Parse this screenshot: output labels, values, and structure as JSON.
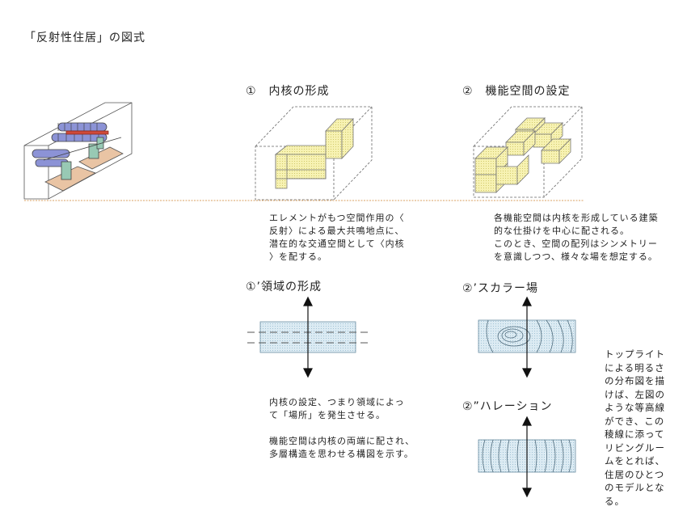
{
  "title": "「反射性住居」の図式",
  "steps": [
    {
      "heading": "①　内核の形成",
      "caption": "エレメントがもつ空間作用の〈\n反射〉による最大共鳴地点に、\n潜在的な交通空間として〈内核\n〉を配する。"
    },
    {
      "heading": "②　機能空間の設定",
      "caption": "各機能空間は内核を形成している建築\n的な仕掛けを中心に配される。\nこのとき、空間の配列はシンメトリー\nを意識しつつ、様々な場を想定する。"
    },
    {
      "heading": "①’領域の形成",
      "caption": "内核の設定、つまり領域によっ\nて「場所」を発生させる。\n\n機能空間は内核の両端に配され、\n多層構造を思わせる構図を示す。"
    },
    {
      "heading": "②’スカラー場",
      "caption": ""
    },
    {
      "heading": "②”ハレーション",
      "caption": ""
    }
  ],
  "side_note": "トップライト\nによる明るさ\nの分布図を描\nけば、左図の\nような等高線\nができ、この\n稜線に添って\nリビングルー\nムをとれば、\n住居のひとつ\nのモデルとな\nる。",
  "colors": {
    "core_yellow": "#f3eea0",
    "field_blue": "#cfe3ee",
    "guide_orange": "#d9a060",
    "model_blue": "#8c93d6",
    "model_green": "#98c9b4",
    "model_peach": "#e9c4a4"
  }
}
